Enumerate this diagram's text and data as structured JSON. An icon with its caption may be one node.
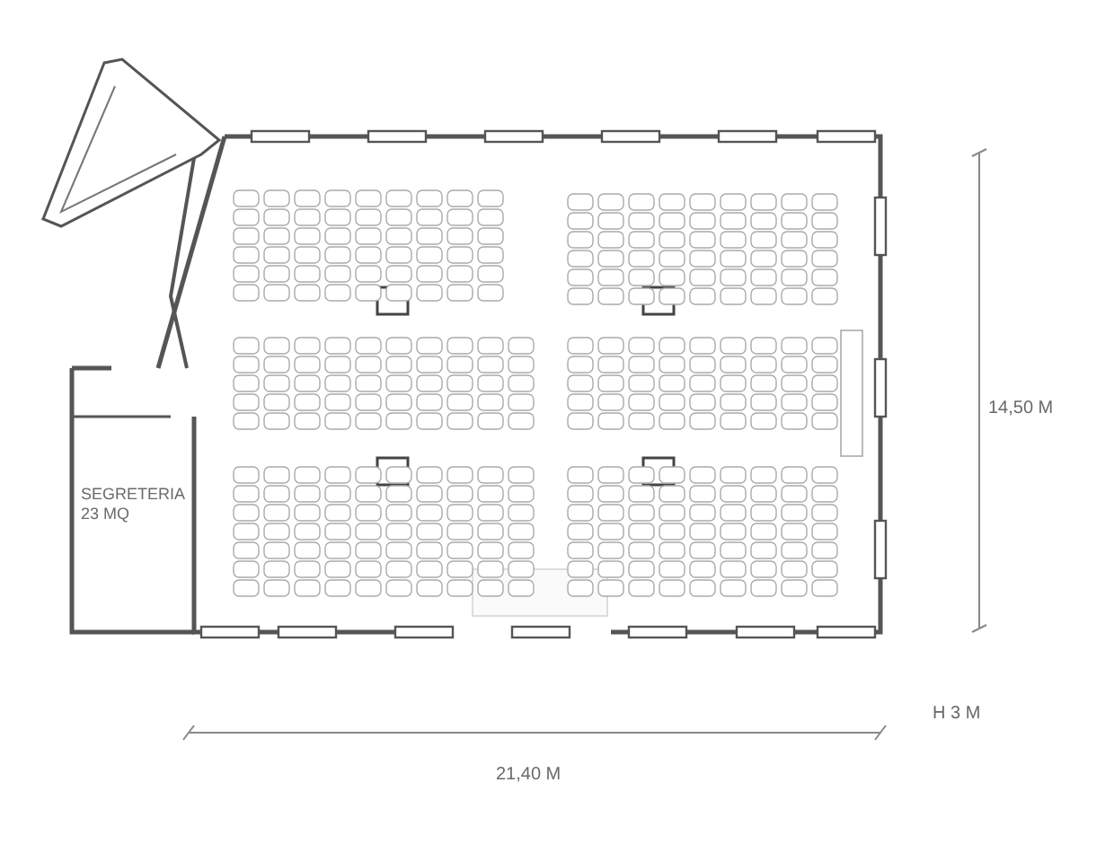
{
  "diagram": {
    "labels": [
      "SEGRETERIA 23 MQ",
      "14,50 M",
      "H 3 M",
      "21,40 M"
    ]
  }
}
